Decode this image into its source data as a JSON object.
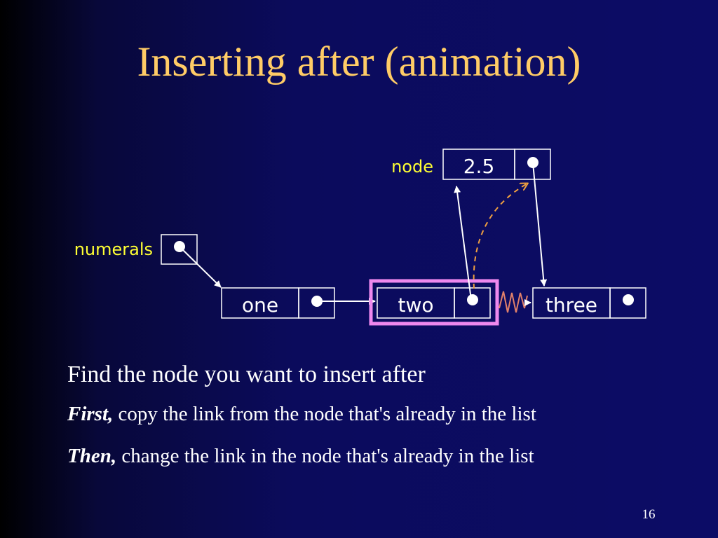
{
  "slide": {
    "title": "Inserting after (animation)",
    "page_number": "16"
  },
  "diagram": {
    "variable_label": "numerals",
    "new_node_label": "node",
    "new_node_value": "2.5",
    "list_nodes": [
      "one",
      "two",
      "three"
    ],
    "highlighted_node": "two",
    "colors": {
      "label": "#ffff33",
      "box": "#ffffff",
      "highlight": "#ee88ee",
      "dashed_arrow": "#f0a040",
      "broken_link": "#e0806a"
    }
  },
  "bullets": {
    "main": "Find the node you want to insert after",
    "sub": [
      {
        "lead": "First,",
        "text": " copy the link from the node that's already in the list"
      },
      {
        "lead": "Then,",
        "text": " change the link in the node that's already in the list"
      }
    ]
  }
}
